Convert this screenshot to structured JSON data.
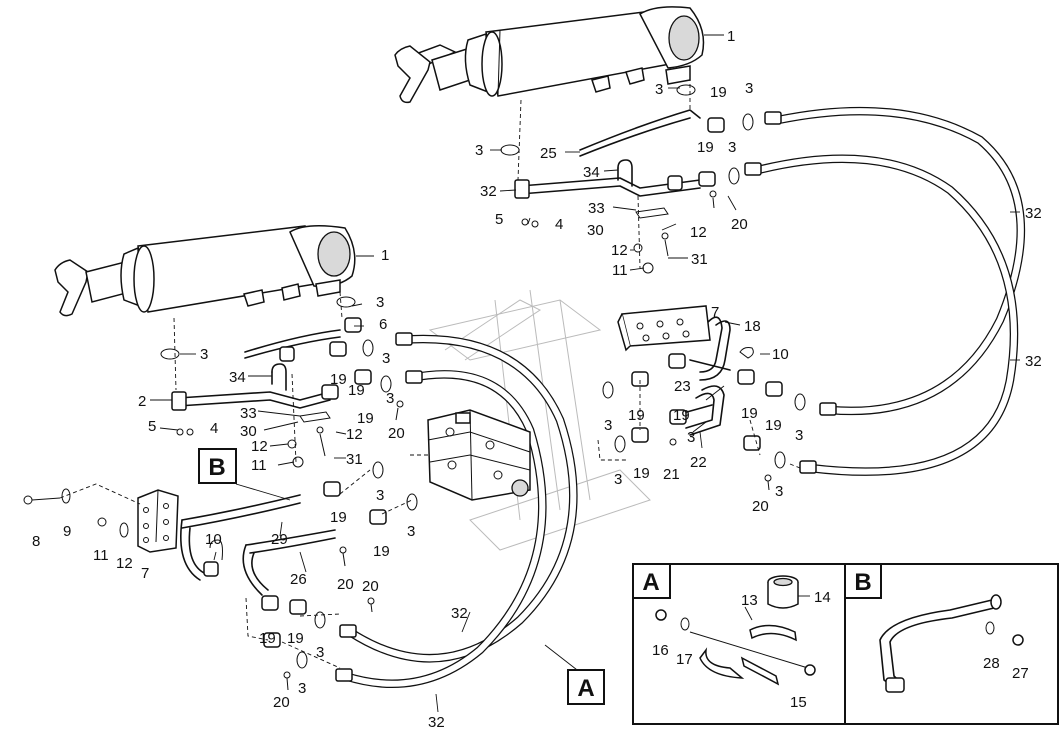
{
  "diagram": {
    "labels": {
      "n1a": "1",
      "n1b": "1",
      "n2": "2",
      "n3a": "3",
      "n3b": "3",
      "n3c": "3",
      "n3d": "3",
      "n3e": "3",
      "n3f": "3",
      "n3g": "3",
      "n3h": "3",
      "n3i": "3",
      "n3j": "3",
      "n3k": "3",
      "n3l": "3",
      "n3m": "3",
      "n3n": "3",
      "n3o": "3",
      "n3p": "3",
      "n3q": "3",
      "n4a": "4",
      "n4b": "4",
      "n5a": "5",
      "n5b": "5",
      "n6": "6",
      "n7a": "7",
      "n7b": "7",
      "n8": "8",
      "n9": "9",
      "n10a": "10",
      "n10b": "10",
      "n11a": "11",
      "n11b": "11",
      "n11c": "11",
      "n12a": "12",
      "n12b": "12",
      "n12c": "12",
      "n12d": "12",
      "n12e": "12",
      "n18": "18",
      "n19a": "19",
      "n19b": "19",
      "n19c": "19",
      "n19d": "19",
      "n19e": "19",
      "n19f": "19",
      "n19g": "19",
      "n19h": "19",
      "n19i": "19",
      "n19j": "19",
      "n19k": "19",
      "n19l": "19",
      "n19m": "19",
      "n19n": "19",
      "n20a": "20",
      "n20b": "20",
      "n20c": "20",
      "n20d": "20",
      "n20e": "20",
      "n20f": "20",
      "n21": "21",
      "n22": "22",
      "n23": "23",
      "n25": "25",
      "n26": "26",
      "n29": "29",
      "n30a": "30",
      "n30b": "30",
      "n31a": "31",
      "n31b": "31",
      "n32a": "32",
      "n32b": "32",
      "n32c": "32",
      "n32d": "32",
      "n32e": "32",
      "n33a": "33",
      "n33b": "33",
      "n34a": "34",
      "n34b": "34"
    },
    "callouts": {
      "a_main": "A",
      "b_main": "B"
    },
    "inset_a": {
      "tag": "A",
      "n13": "13",
      "n14": "14",
      "n15": "15",
      "n16": "16",
      "n17": "17"
    },
    "inset_b": {
      "tag": "B",
      "n27": "27",
      "n28": "28"
    }
  }
}
